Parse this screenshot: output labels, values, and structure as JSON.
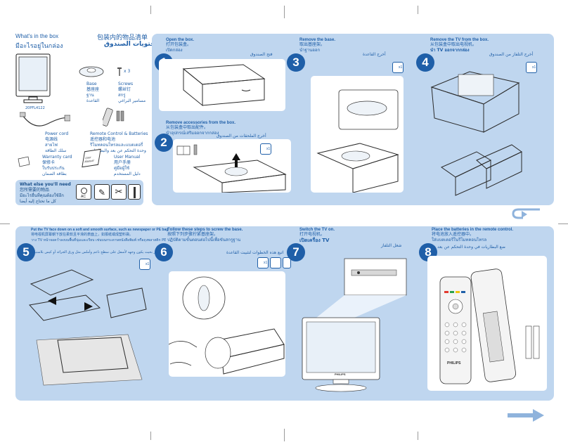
{
  "box_contents": {
    "title_en": "What's in the box",
    "title_th": "มีอะไรอยู่ในกล่อง",
    "title_zh": "包装内的物品清单",
    "title_ar": "محتويات الصندوق",
    "tv_model": "20PFL4122",
    "base": [
      "Base",
      "基座座",
      "ฐาน",
      "القاعدة"
    ],
    "screws": [
      "Screws",
      "螺丝钉",
      "สกรู",
      "مسامير البراغي"
    ],
    "screw_count": "x 3",
    "power_cord": [
      "Power cord",
      "电源线",
      "สายไฟ",
      "سلك الطاقة"
    ],
    "remote": [
      "Remote Control & Batteries",
      "遥控器和电池",
      "รีโมทคอนโทรลและแบตเตอรี่",
      "وحدة التحكم عن بعد والبطاريات"
    ],
    "warranty": [
      "Warranty card",
      "保修卡",
      "ใบรับประกัน",
      "بطاقة الضمان"
    ],
    "manual": [
      "User Manual",
      "用户手册",
      "คู่มือผู้ใช้",
      "دليل المستخدم"
    ],
    "need_title_en": "What else you'll need",
    "need_title_zh": "您所需要的物品",
    "need_title_th": "มีอะไรอื่นที่คุณต้องใช้อีก",
    "need_title_ar": "كل ما تحتاج إليه أيضا",
    "ac_label": "AC"
  },
  "steps": [
    {
      "num": "1",
      "en": "Open the box.",
      "zh": "打开包装盒。",
      "th": "เปิดกล่อง",
      "ar": "فتح الصندوق"
    },
    {
      "num": "2",
      "en": "Remove accessories from the box.",
      "zh": "从包装盒中取出配件。",
      "th": "นำอุปกรณ์เสริมออกจากกล่อง",
      "ar": "أخرج الملحقات من الصندوق"
    },
    {
      "num": "3",
      "en": "Remove the base.",
      "zh": "取出基座架。",
      "th": "นำฐานออก",
      "ar": "أخرج القاعدة"
    },
    {
      "num": "4",
      "en": "Remove the TV from the box.",
      "zh": "从包装盒中取出电视机。",
      "th": "นำ TV ออกจากกล่อง",
      "ar": "أخرج التلفاز من الصندوق"
    },
    {
      "num": "5",
      "en": "Put the TV face down on a soft and smooth surface, such as newspaper or PE bag.",
      "zh": "将电视机屏幕朝下放在柔软且平滑的表面上，如报纸或成塑料袋。",
      "th": "วาง TV หน้าจอคว่ำลงบนพื้นที่นุ่มและเรียบ เช่นบนกระดาษหนังสือพิมพ์ หรือถุงพลาสติก PE",
      "ar": "ضع التلفاز بحيث يكون وجهه لأسفل على سطح ناعم وأملس مثل ورق الجرائد أو كيس بلاستيك"
    },
    {
      "num": "6",
      "en": "Follow these steps to screw the base.",
      "zh": "按照下列步骤拧紧基座架。",
      "th": "ปฏิบัติตามขั้นตอนต่อไปนี้เพื่อขันสกรูฐาน",
      "ar": "اتبع هذه الخطوات لتثبيت القاعدة"
    },
    {
      "num": "7",
      "en": "Switch the TV on.",
      "zh": "打开电视机。",
      "th": "เปิดเครื่อง TV",
      "ar": "شغل التلفاز"
    },
    {
      "num": "8",
      "en": "Place the batteries in the remote control.",
      "zh": "将电池放入遥控器中。",
      "th": "ใส่แบตเตอรี่ในรีโมทคอนโทรล",
      "ar": "ضع البطاريات في وحدة التحكم عن بعد"
    }
  ],
  "badge_x1": "x1",
  "manual_cover": "User Manual",
  "remote_brand": "PHILIPS",
  "tv_brand": "PHILIPS",
  "colors": {
    "panel": "#bfd6ef",
    "accent": "#1f5fa8",
    "arrow": "#8fb3dc"
  }
}
